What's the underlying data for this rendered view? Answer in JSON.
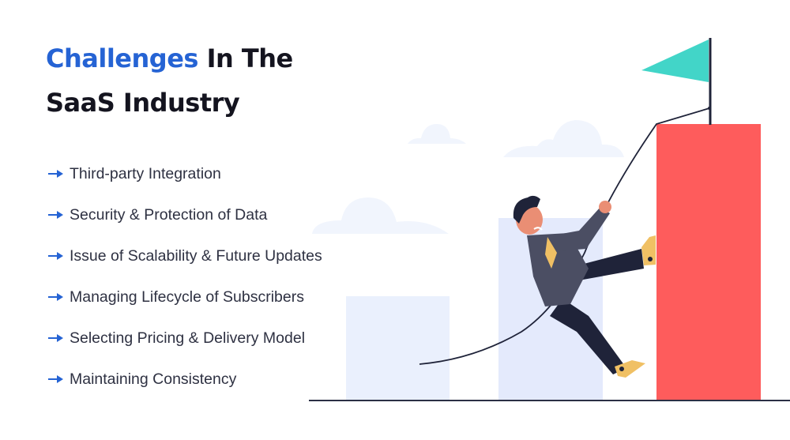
{
  "title": {
    "accent": "Challenges",
    "rest_line1": " In The",
    "line2": "SaaS Industry"
  },
  "challenges": [
    {
      "label": "Third-party Integration",
      "icon": "arrow-right-icon"
    },
    {
      "label": "Security & Protection of Data",
      "icon": "arrow-right-icon"
    },
    {
      "label": "Issue of Scalability & Future Updates",
      "icon": "arrow-right-icon"
    },
    {
      "label": "Managing Lifecycle of Subscribers",
      "icon": "arrow-right-icon"
    },
    {
      "label": "Selecting Pricing & Delivery Model",
      "icon": "arrow-right-icon"
    },
    {
      "label": "Maintaining Consistency",
      "icon": "arrow-right-icon"
    }
  ],
  "colors": {
    "accent_blue": "#2563d4",
    "title_dark": "#14141f",
    "text": "#2e3142",
    "bar_light": "#eaf0fd",
    "bar_mid": "#e4eafc",
    "bar_red": "#fe5c5c",
    "flag": "#42d5c8",
    "suit": "#4b4e63",
    "pants": "#1f2339",
    "skin": "#ea8e74",
    "shoe": "#f0c064",
    "cloud": "#f1f5fd"
  }
}
